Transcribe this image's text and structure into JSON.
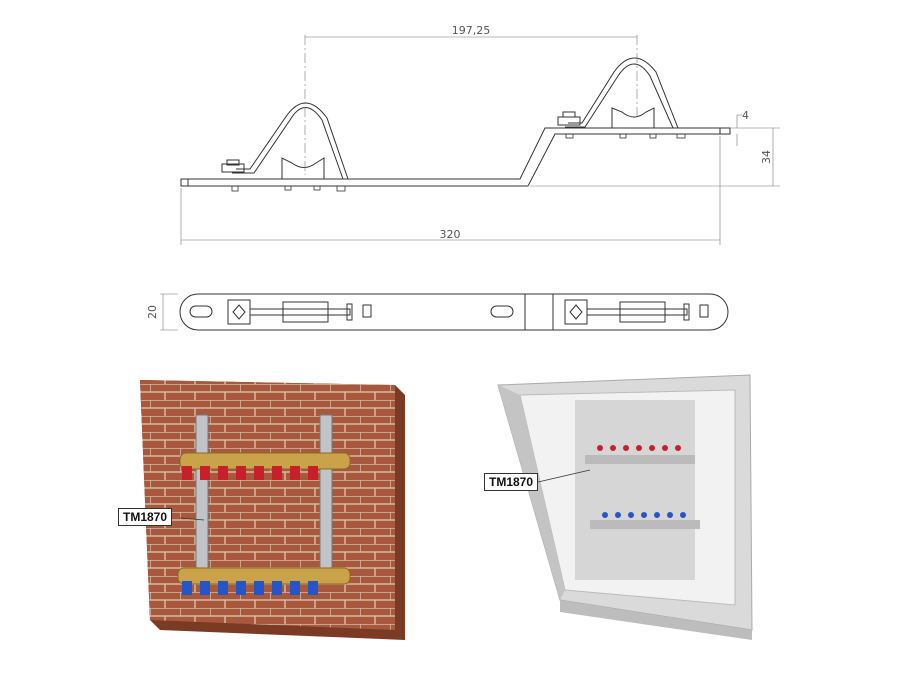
{
  "drawing": {
    "dimensions": {
      "center_distance": "197,25",
      "thickness": "4",
      "height_offset": "34",
      "total_length": "320",
      "width": "20"
    }
  },
  "photos": {
    "wall_mount_label": "TM1870",
    "cabinet_mount_label": "TM1870"
  },
  "colors": {
    "brick": "#a8583c",
    "brass": "#c9a24a",
    "red_valve": "#c8202a",
    "blue_valve": "#2456c8",
    "cabinet": "#e6e6e6"
  }
}
